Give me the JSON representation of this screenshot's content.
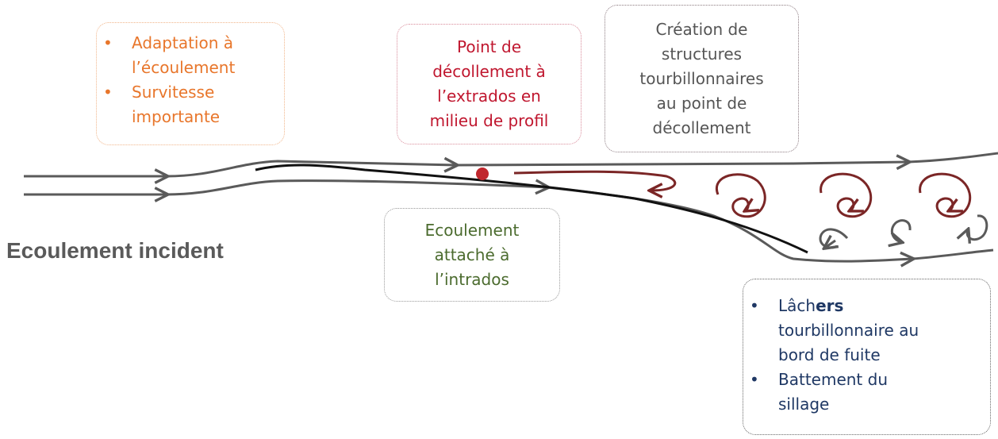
{
  "colors": {
    "flow_line": "#5a5a5a",
    "profile": "#111111",
    "vortex": "#7b2626",
    "separation_point": "#c0272d",
    "orange": "#e8762b",
    "red": "#c0172f",
    "green": "#4b6b2e",
    "navy": "#1f3864"
  },
  "main_label": "Ecoulement incident",
  "box_adaptation": {
    "items": [
      {
        "bullet": "•",
        "lines": [
          "Adaptation à",
          "l’écoulement"
        ]
      },
      {
        "bullet": "•",
        "lines": [
          "Survitesse",
          "importante"
        ]
      }
    ]
  },
  "box_decollement": {
    "lines": [
      "Point de",
      "décollement à",
      "l’extrados en",
      "milieu de profil"
    ]
  },
  "box_creation": {
    "lines": [
      "Création de",
      "structures",
      "tourbillonnaires",
      "au point de",
      "décollement"
    ]
  },
  "box_attache": {
    "lines": [
      "Ecoulement",
      "attaché à",
      "l’intrados"
    ]
  },
  "box_lachers": {
    "items": [
      {
        "bullet": "•",
        "line1_plain": "Lâch",
        "line1_bold": "ers",
        "lines": [
          "tourbillonnaire au",
          "bord de fuite"
        ]
      },
      {
        "bullet": "•",
        "lines": [
          "Battement du",
          "sillage"
        ]
      }
    ]
  }
}
